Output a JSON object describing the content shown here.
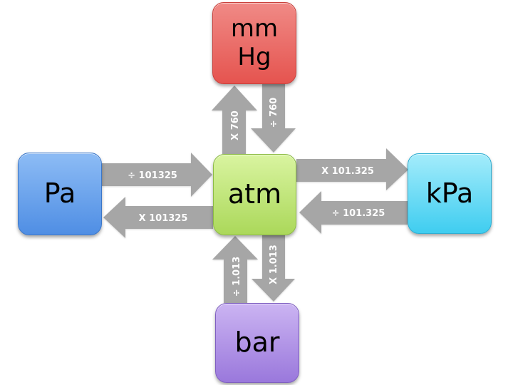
{
  "diagram": {
    "title": "Pressure unit conversions",
    "colors": {
      "arrow": "#a6a6a6",
      "label": "#ffffff",
      "mmhg": "#e5544f",
      "pa": "#4f8ee4",
      "atm": "#abd85a",
      "kpa": "#3fcdf0",
      "bar": "#9a78dc"
    },
    "nodes": {
      "mmhg": {
        "line1": "mm",
        "line2": "Hg"
      },
      "pa": {
        "label": "Pa"
      },
      "atm": {
        "label": "atm"
      },
      "kpa": {
        "label": "kPa"
      },
      "bar": {
        "label": "bar"
      }
    },
    "edges": [
      {
        "from": "atm",
        "to": "mmHg",
        "label": "X 760"
      },
      {
        "from": "mmHg",
        "to": "atm",
        "label": "÷ 760"
      },
      {
        "from": "Pa",
        "to": "atm",
        "label": "÷ 101325"
      },
      {
        "from": "atm",
        "to": "Pa",
        "label": "X 101325"
      },
      {
        "from": "atm",
        "to": "kPa",
        "label": "X 101.325"
      },
      {
        "from": "kPa",
        "to": "atm",
        "label": "÷ 101.325"
      },
      {
        "from": "bar",
        "to": "atm",
        "label": "÷ 1.013"
      },
      {
        "from": "atm",
        "to": "bar",
        "label": "X 1.013"
      }
    ]
  }
}
